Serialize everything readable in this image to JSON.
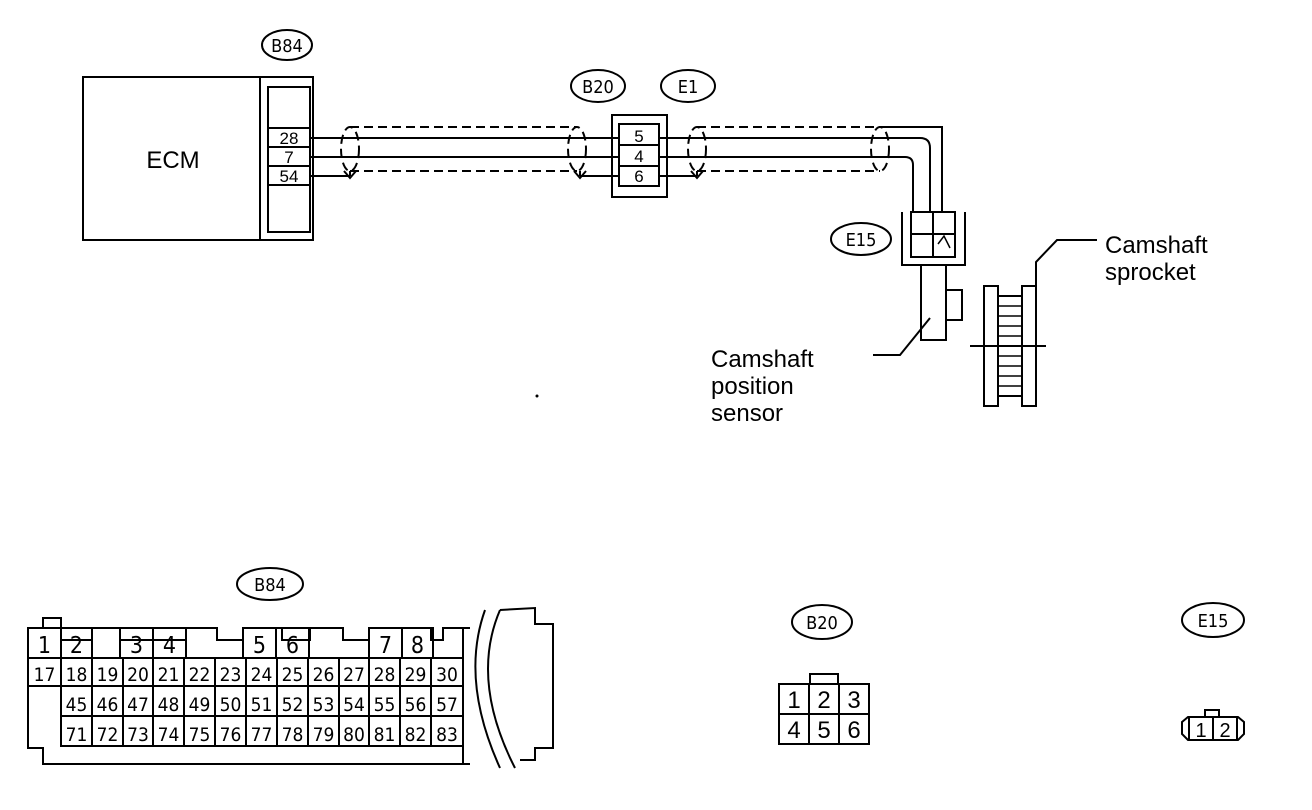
{
  "ecm": {
    "label": "ECM"
  },
  "connectors": {
    "b84": {
      "tag": "B84",
      "pins": [
        "28",
        "7",
        "54"
      ]
    },
    "b20": {
      "tag": "B20",
      "pins": [
        "5",
        "4",
        "6"
      ]
    },
    "e1": {
      "tag": "E1"
    },
    "e15": {
      "tag": "E15"
    }
  },
  "labels": {
    "camshaft_sprocket": [
      "Camshaft",
      "sprocket"
    ],
    "camshaft_position_sensor": [
      "Camshaft",
      "position",
      "sensor"
    ]
  },
  "faces": {
    "b84": {
      "tag": "B84",
      "top_row": [
        "1",
        "2",
        "3",
        "4",
        "5",
        "6",
        "7",
        "8"
      ],
      "row2": [
        "17",
        "18",
        "19",
        "20",
        "21",
        "22",
        "23",
        "24",
        "25",
        "26",
        "27",
        "28",
        "29",
        "30"
      ],
      "row3": [
        "45",
        "46",
        "47",
        "48",
        "49",
        "50",
        "51",
        "52",
        "53",
        "54",
        "55",
        "56",
        "57"
      ],
      "row4": [
        "71",
        "72",
        "73",
        "74",
        "75",
        "76",
        "77",
        "78",
        "79",
        "80",
        "81",
        "82",
        "83"
      ]
    },
    "b20": {
      "tag": "B20",
      "row1": [
        "1",
        "2",
        "3"
      ],
      "row2": [
        "4",
        "5",
        "6"
      ]
    },
    "e15": {
      "tag": "E15",
      "pins": [
        "1",
        "2"
      ]
    }
  }
}
